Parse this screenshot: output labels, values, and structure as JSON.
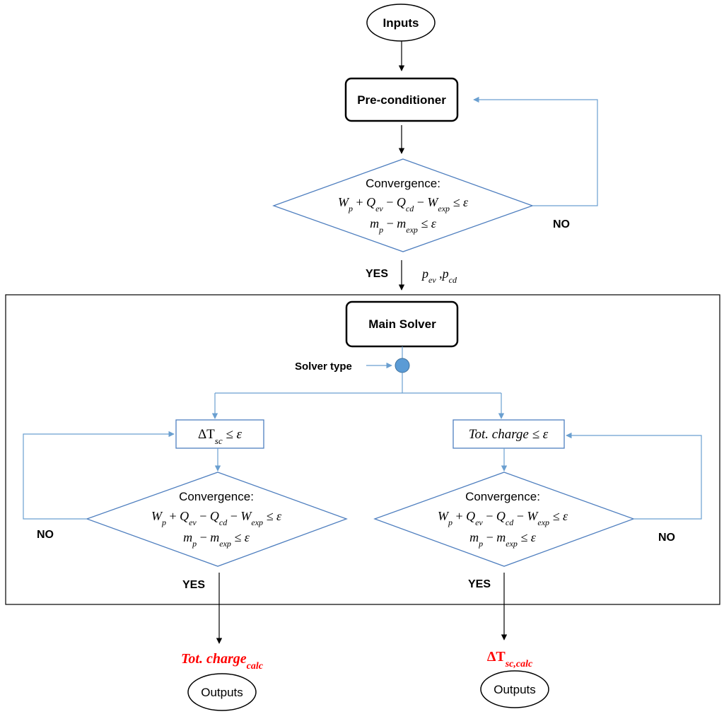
{
  "nodes": {
    "inputs": "Inputs",
    "preconditioner": "Pre-conditioner",
    "main_solver": "Main Solver",
    "solver_type": "Solver type",
    "outputs_left": "Outputs",
    "outputs_right": "Outputs"
  },
  "decisions": {
    "top": {
      "title": "Convergence:",
      "energy": {
        "w": "W",
        "wsub": "p",
        "q1": "Q",
        "q1sub": "ev",
        "q2": "Q",
        "q2sub": "cd",
        "w2": "W",
        "w2sub": "exp",
        "rel": "≤ ε"
      },
      "mass": {
        "m": "m",
        "msub": "p",
        "m2": "m",
        "m2sub": "exp",
        "rel": "≤ ε"
      }
    },
    "left": {
      "title": "Convergence:",
      "energy": {
        "w": "W",
        "wsub": "p",
        "q1": "Q",
        "q1sub": "ev",
        "q2": "Q",
        "q2sub": "cd",
        "w2": "W",
        "w2sub": "exp",
        "rel": "≤ ε"
      },
      "mass": {
        "m": "m",
        "msub": "p",
        "m2": "m",
        "m2sub": "exp",
        "rel": "≤ ε"
      }
    },
    "right": {
      "title": "Convergence:",
      "energy": {
        "w": "W",
        "wsub": "p",
        "q1": "Q",
        "q1sub": "ev",
        "q2": "Q",
        "q2sub": "cd",
        "w2": "W",
        "w2sub": "exp",
        "rel": "≤ ε"
      },
      "mass": {
        "m": "m",
        "msub": "p",
        "m2": "m",
        "m2sub": "exp",
        "rel": "≤ ε"
      }
    }
  },
  "criteria": {
    "left": {
      "delta": "ΔT",
      "sub": "sc",
      "rel": "≤  ε"
    },
    "right": {
      "text": "Tot. charge",
      "rel": "≤  ε"
    }
  },
  "pressures": {
    "p1": "p",
    "p1sub": "ev",
    "sep": " ,",
    "p2": "p",
    "p2sub": "cd"
  },
  "labels": {
    "yes_top": "YES",
    "no_top": "NO",
    "yes_left": "YES",
    "no_left": "NO",
    "yes_right": "YES",
    "no_right": "NO"
  },
  "results": {
    "left": {
      "text": "Tot. charge",
      "sub": "calc"
    },
    "right": {
      "delta": "ΔT",
      "sub": "sc,calc"
    }
  },
  "colors": {
    "flow_blue": "#6a9fd0",
    "shape_blue": "#4f7fbf",
    "node_dot": "#5b9bd5",
    "result_red": "#ff0000",
    "black": "#000000"
  }
}
